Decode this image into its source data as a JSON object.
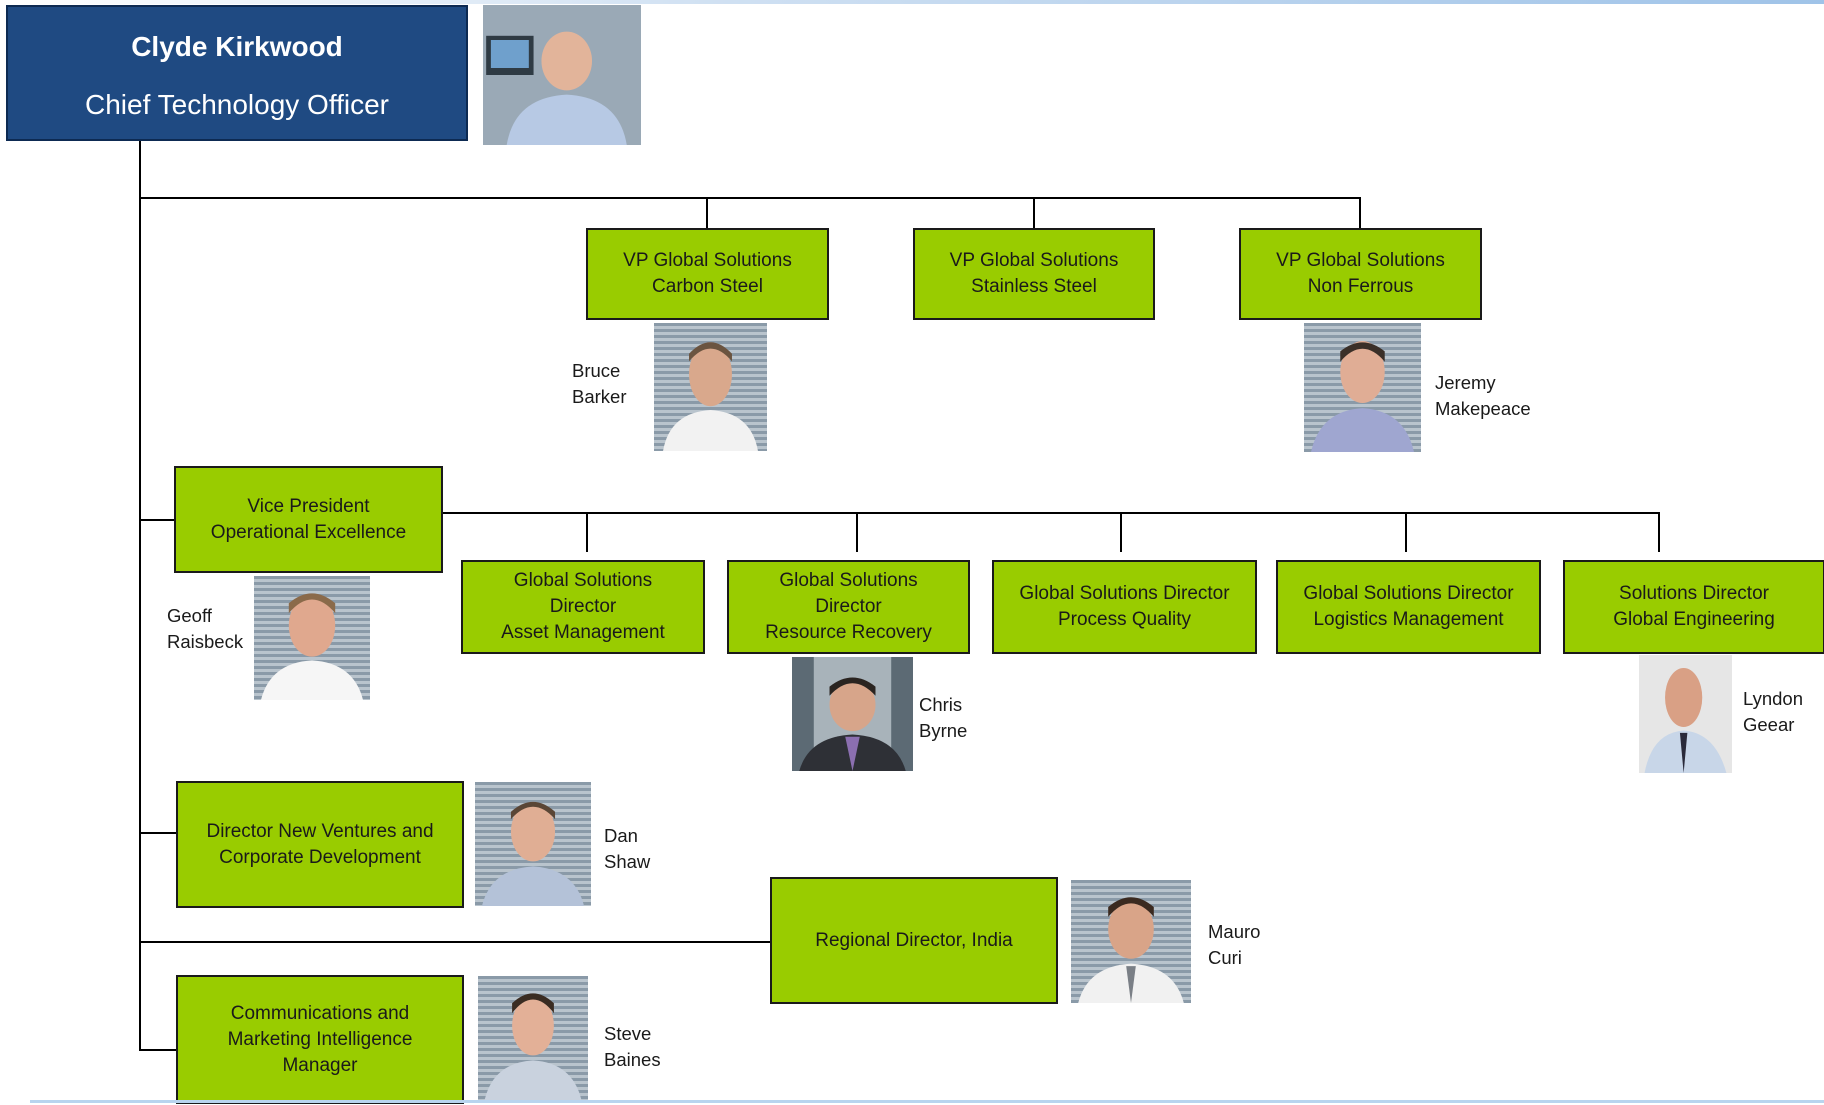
{
  "ceo": {
    "name": "Clyde Kirkwood",
    "title": "Chief Technology Officer"
  },
  "vps": [
    {
      "line1": "VP Global Solutions",
      "line2": "Carbon Steel",
      "person_first": "Bruce",
      "person_last": "Barker"
    },
    {
      "line1": "VP Global Solutions",
      "line2": "Stainless Steel"
    },
    {
      "line1": "VP Global Solutions",
      "line2": "Non Ferrous",
      "person_first": "Jeremy",
      "person_last": "Makepeace"
    }
  ],
  "ops": {
    "line1": "Vice President",
    "line2": "Operational Excellence",
    "person_first": "Geoff",
    "person_last": "Raisbeck",
    "reports": [
      {
        "lines": [
          "Global Solutions",
          "Director",
          "Asset Management"
        ]
      },
      {
        "lines": [
          "Global Solutions",
          "Director",
          "Resource Recovery"
        ],
        "person_first": "Chris",
        "person_last": "Byrne"
      },
      {
        "lines": [
          "Global Solutions Director",
          "Process Quality"
        ]
      },
      {
        "lines": [
          "Global Solutions Director",
          "Logistics Management"
        ]
      },
      {
        "lines": [
          "Solutions Director",
          "Global Engineering"
        ],
        "person_first": "Lyndon",
        "person_last": "Geear"
      }
    ]
  },
  "new_ventures": {
    "line1": "Director New Ventures and",
    "line2": "Corporate Development",
    "person_first": "Dan",
    "person_last": "Shaw"
  },
  "india": {
    "label": "Regional Director, India",
    "person_first": "Mauro",
    "person_last": "Curi"
  },
  "comms": {
    "lines": [
      "Communications and",
      "Marketing Intelligence",
      "Manager"
    ],
    "person_first": "Steve",
    "person_last": "Baines"
  },
  "colors": {
    "box_green": "#99cc00",
    "ceo_blue": "#1f4a82",
    "line": "#000000"
  }
}
